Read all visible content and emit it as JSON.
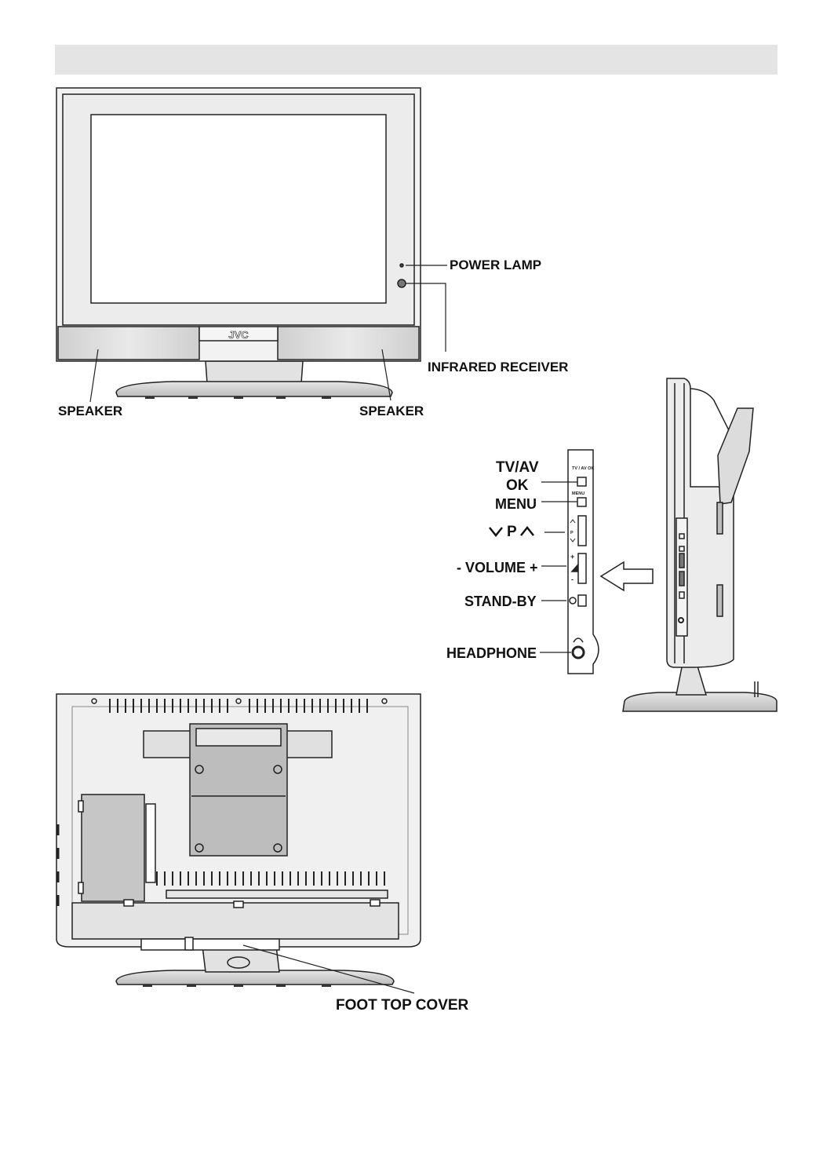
{
  "labels": {
    "power_lamp": "POWER LAMP",
    "infrared_receiver": "INFRARED RECEIVER",
    "speaker_left": "SPEAKER",
    "speaker_right": "SPEAKER",
    "tv_av": "TV/AV",
    "ok": "OK",
    "menu": "MENU",
    "program": "P",
    "volume": "- VOLUME +",
    "stand_by": "STAND-BY",
    "headphone": "HEADPHONE",
    "foot_top_cover": "FOOT TOP COVER"
  },
  "front_view": {
    "brand_logo": "JVC"
  },
  "side_panel": {
    "tv_av_ok_text": "TV / AV OK",
    "menu_text": "MENU",
    "p_text": "P",
    "plus": "+",
    "minus": "-"
  },
  "colors": {
    "header_bar": "#e4e4e4",
    "line": "#222222",
    "body_fill": "#e8e8e8",
    "speaker_fill": "#d9d9d9",
    "panel_fill": "#bdbdbd"
  }
}
